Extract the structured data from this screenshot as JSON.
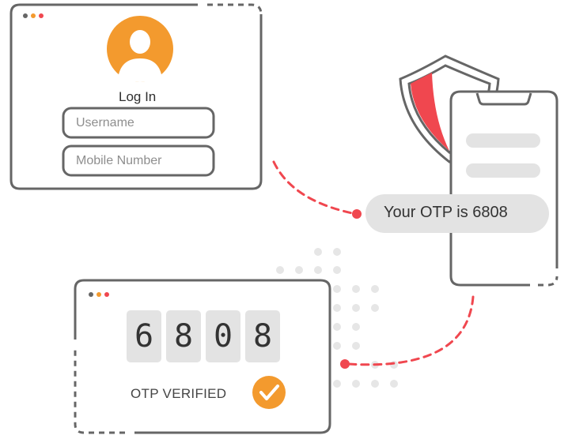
{
  "login": {
    "title": "Log In",
    "username_placeholder": "Username",
    "mobile_placeholder": "Mobile Number"
  },
  "sms": {
    "message": "Your OTP is 6808"
  },
  "verify": {
    "digits": [
      "6",
      "8",
      "0",
      "8"
    ],
    "status": "OTP VERIFIED"
  },
  "colors": {
    "accent_orange": "#f39a2e",
    "accent_red": "#f0474f",
    "outline": "#666666",
    "bubble": "#e3e3e3"
  }
}
